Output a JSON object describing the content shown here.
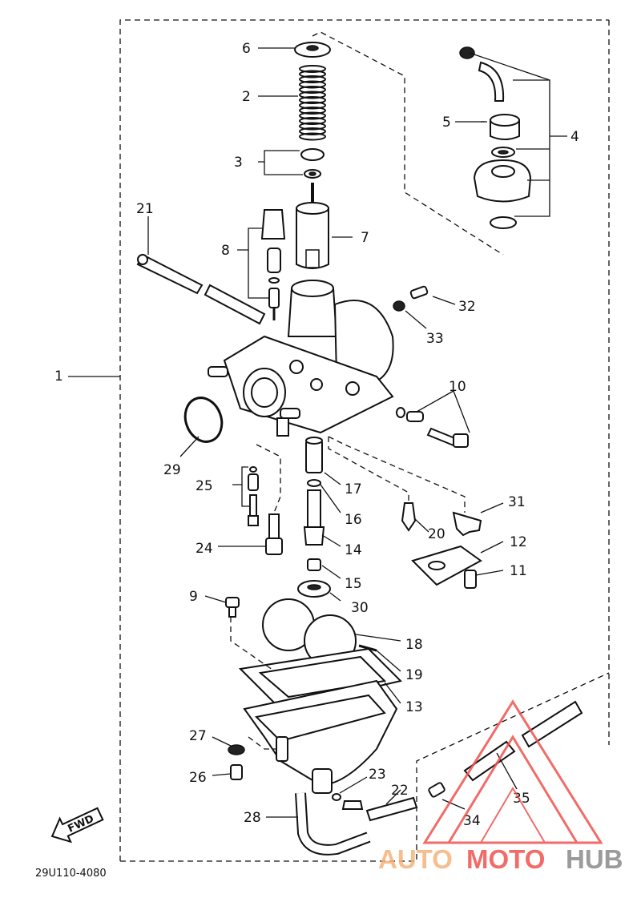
{
  "diagram": {
    "figure_code": "29U110-4080",
    "fwd_label": "FWD",
    "callouts": {
      "c1": "1",
      "c2": "2",
      "c3": "3",
      "c4": "4",
      "c5": "5",
      "c6": "6",
      "c7": "7",
      "c8": "8",
      "c9": "9",
      "c10": "10",
      "c11": "11",
      "c12": "12",
      "c13": "13",
      "c14": "14",
      "c15": "15",
      "c16": "16",
      "c17": "17",
      "c18": "18",
      "c19": "19",
      "c20": "20",
      "c21": "21",
      "c22": "22",
      "c23": "23",
      "c24": "24",
      "c25": "25",
      "c26": "26",
      "c27": "27",
      "c28": "28",
      "c29": "29",
      "c30": "30",
      "c31": "31",
      "c32": "32",
      "c33": "33",
      "c34": "34",
      "c35": "35"
    }
  },
  "watermark": {
    "part1": "AUTO",
    "part2": "MOTO",
    "part3": "HUB",
    "colors": {
      "auto": "#f5b37a",
      "moto": "#ef5350",
      "hub": "#8a8a8a",
      "triangle": "#ef5350"
    }
  }
}
